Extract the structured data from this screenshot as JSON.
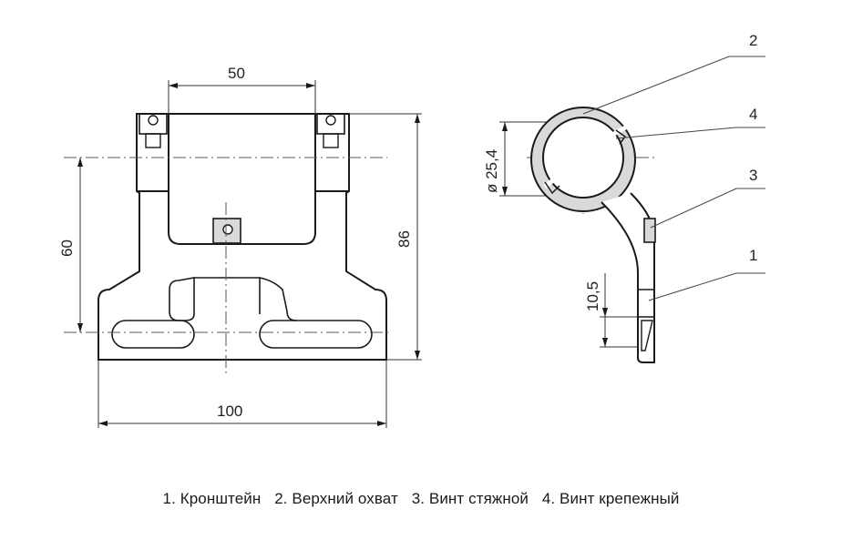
{
  "dimensions": {
    "width_top": "50",
    "height_left": "60",
    "height_right": "86",
    "width_bottom": "100",
    "diameter": "ø 25,4",
    "side_height": "10,5"
  },
  "callouts": [
    "2",
    "4",
    "3",
    "1"
  ],
  "legend": {
    "item1": "1. Кронштейн",
    "item2": "2. Верхний охват",
    "item3": "3. Винт стяжной",
    "item4": "4. Винт крепежный"
  },
  "colors": {
    "line": "#1a1a1a",
    "thin": "#555555",
    "shade": "#d9d9d9"
  }
}
